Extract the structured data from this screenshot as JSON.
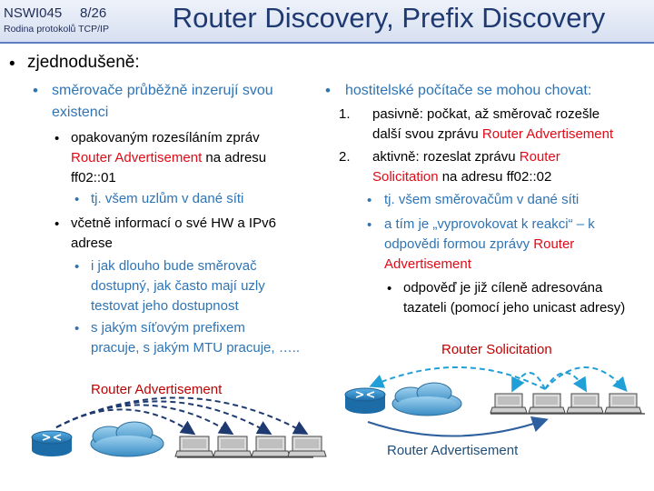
{
  "header": {
    "course_code": "NSWI045",
    "slide_number": "8/26",
    "course_name": "Rodina protokolů TCP/IP",
    "title": "Router Discovery, Prefix Discovery"
  },
  "main_bullet": "zjednodušeně:",
  "left": {
    "heading_l1": "směrovače průběžně inzerují svou",
    "heading_l2": "existenci",
    "item1": {
      "l1": "opakovaným rozesíláním zpráv",
      "l2_red": "Router Advertisement",
      "l2_rest": " na adresu",
      "l3": "ff02::01"
    },
    "item1_sub": "tj. všem uzlům v dané síti",
    "item2": {
      "l1": "včetně informací o své HW a IPv6",
      "l2": "adrese"
    },
    "item2_sub1": {
      "l1": "i jak dlouho bude směrovač",
      "l2": "dostupný, jak často mají uzly",
      "l3": "testovat jeho dostupnost"
    },
    "item2_sub2": {
      "l1": "s jakým síťovým prefixem",
      "l2": "pracuje, s jakým MTU pracuje, ….."
    },
    "diagram_label": "Router Advertisement"
  },
  "right": {
    "heading": "hostitelské počítače se mohou chovat:",
    "n1": {
      "num": "1.",
      "l1": "pasivně: počkat, až směrovač rozešle",
      "l2_plain": "další svou zprávu ",
      "l2_red": "Router Advertisement"
    },
    "n2": {
      "num": "2.",
      "l1_plain": "aktivně: rozeslat zprávu ",
      "l1_red": "Router",
      "l2_red": "Solicitation",
      "l2_rest": " na adresu ff02::02"
    },
    "sub1": "tj. všem směrovačům v dané síti",
    "sub2": {
      "l1": "a tím je „vyprovokovat k reakci“ – k",
      "l2_plain": "odpovědi formou zprávy ",
      "l2_red": "Router",
      "l3_red": "Advertisement"
    },
    "subsub": {
      "l1": "odpověď je již cíleně adresována",
      "l2": "tazateli (pomocí jeho unicast adresy)"
    },
    "diagram_label_top": "Router Solicitation",
    "diagram_label_bottom": "Router Advertisement"
  },
  "colors": {
    "title": "#1f3a70",
    "accent_blue": "#2e74b5",
    "message_red": "#e20a16",
    "arrow_blue": "#1f4e79",
    "dashed_arrow": "#21a0d7"
  }
}
